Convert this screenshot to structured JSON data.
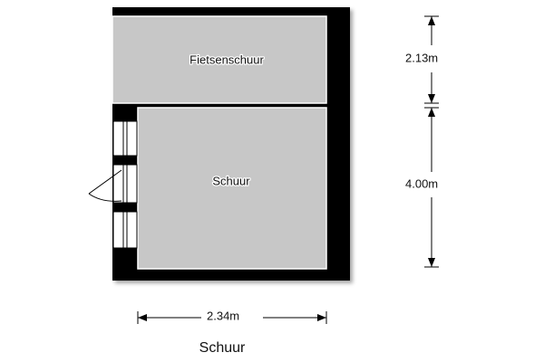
{
  "plan": {
    "title": "Schuur",
    "colors": {
      "wall": "#000000",
      "floor": "#c7c7c7",
      "floor_edge": "#ffffff",
      "window_glass": "#ffffff",
      "dimension_line": "#000000"
    },
    "rooms": [
      {
        "label": "Fietsenschuur"
      },
      {
        "label": "Schuur"
      }
    ],
    "dimensions": {
      "vertical": [
        {
          "label": "2.13m"
        },
        {
          "label": "4.00m"
        }
      ],
      "horizontal": [
        {
          "label": "2.34m"
        }
      ]
    },
    "openings": [
      {
        "type": "window"
      },
      {
        "type": "door"
      },
      {
        "type": "window"
      }
    ]
  }
}
